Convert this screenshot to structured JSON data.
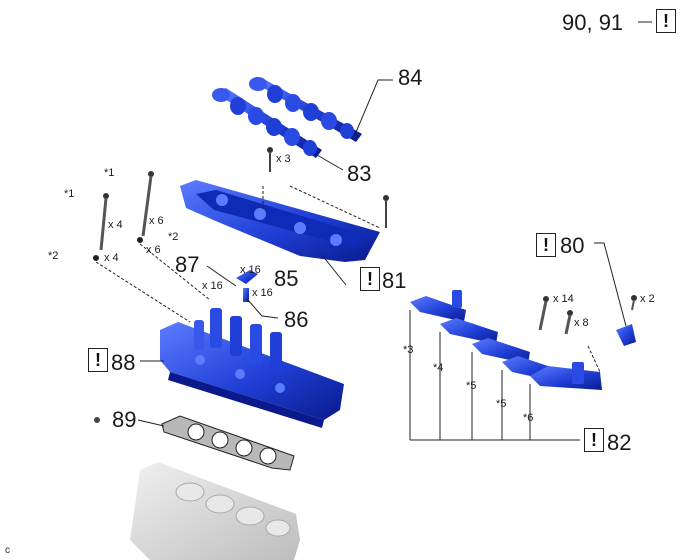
{
  "figure_code": "c",
  "note_mark": "!",
  "callouts": {
    "c90_91": "90, 91",
    "c84": "84",
    "c83": "83",
    "c81": "81",
    "c80": "80",
    "c85": "85",
    "c86": "86",
    "c87": "87",
    "c88": "88",
    "c89": "89",
    "c82": "82"
  },
  "qty_labels": {
    "cam_cover_bolts": "x 3",
    "long_bolt_a": "x 4",
    "long_bolt_b": "x 6",
    "washer_a": "x 4",
    "washer_b": "x 6",
    "part_87": "x 16",
    "part_85": "x 16",
    "part_86": "x 16",
    "cap_bolts_14": "x 14",
    "cap_bolts_8": "x 8",
    "housing_bolts": "x 2"
  },
  "star_labels": {
    "s1a": "*1",
    "s1b": "*1",
    "s2a": "*2",
    "s2b": "*2",
    "s3": "*3",
    "s4": "*4",
    "s5a": "*5",
    "s5b": "*5",
    "s6": "*6"
  },
  "colors": {
    "part_blue": "#1f3fd6",
    "part_dark": "#0a1a8c",
    "part_light": "#5c7cff",
    "block_gray": "#d4d4d4",
    "line": "#222222"
  }
}
